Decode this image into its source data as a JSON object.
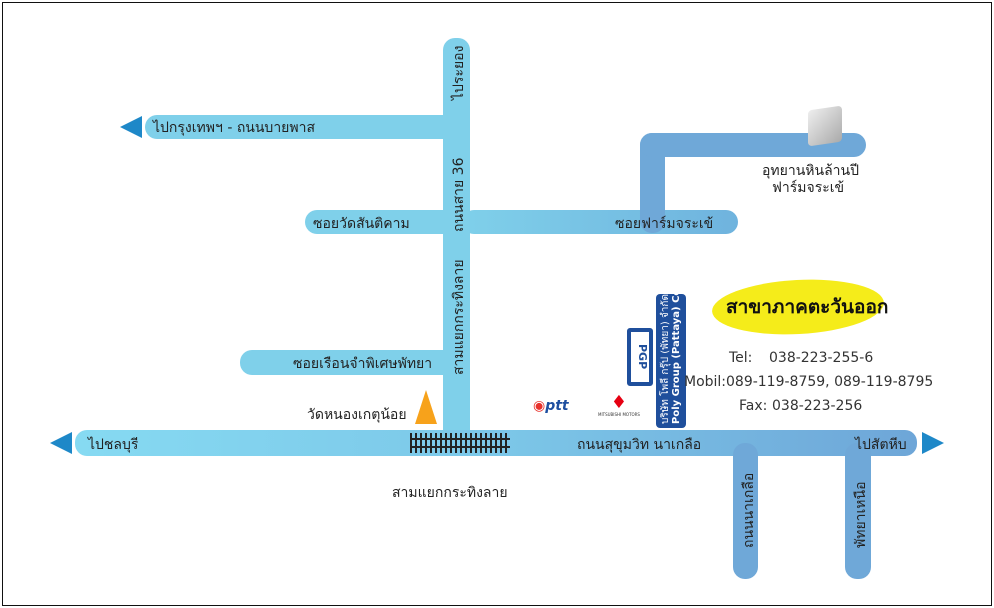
{
  "roads": {
    "to_rayong": "ไประยอง",
    "to_bangkok": "ไปกรุงเทพฯ - ถนนบายพาส",
    "road_36": "ถนนสาย 36",
    "samyaek_vertical": "สามแยกกระทิงลาย",
    "soi_wat_santikam": "ซอยวัดสันติคาม",
    "soi_farm": "ซอยฟาร์มจระเข้",
    "soi_ruean": "ซอยเรือนจำพิเศษพัทยา",
    "to_chonburi": "ไปชลบุรี",
    "sukhumvit": "ถนนสุขุมวิท  นาเกลือ",
    "to_sattahip": "ไปสัตหีบ",
    "samyaek_bottom": "สามแยกกระทิงลาย",
    "naklua_road": "ถนนนาเกลือ",
    "pattaya_nua": "พัทยาเหนือ"
  },
  "landmarks": {
    "park_line1": "อุทยานหินล้านปี",
    "park_line2": "ฟาร์มจระเข้",
    "temple": "วัดหนองเกตุน้อย",
    "ptt": "ptt",
    "mitsubishi": "MITSUBISHI MOTORS"
  },
  "company": {
    "logo": "PGP",
    "name_th": "บริษัท โพลี กรุ๊ป (พัทยา) จำกัด",
    "name_en": "Poly Group (Pattaya) Co.,Ltd.",
    "branch": "สาขาภาคตะวันออก",
    "tel_label": "Tel:",
    "tel": "038-223-255-6",
    "mobile_label": "Mobil:",
    "mobile": "089-119-8759, 089-119-8795",
    "fax_label": "Fax:",
    "fax": "038-223-256"
  },
  "colors": {
    "road": "#7fd0ea",
    "road_dark": "#6fa8d8",
    "arrow": "#1e88c8",
    "badge": "#f5ec1a",
    "brand": "#1f4f9c"
  }
}
